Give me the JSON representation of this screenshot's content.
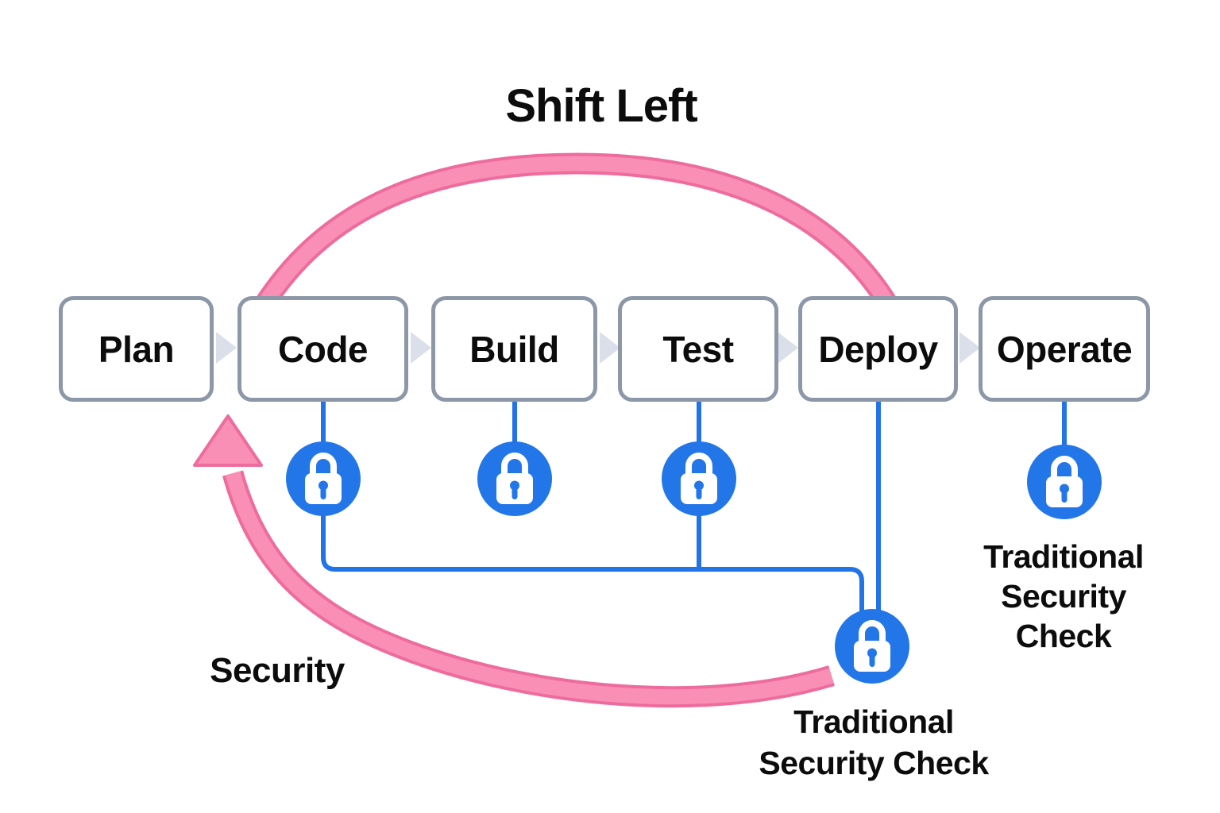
{
  "title": "Shift Left",
  "pipeline": {
    "stages": [
      {
        "label": "Plan"
      },
      {
        "label": "Code"
      },
      {
        "label": "Build"
      },
      {
        "label": "Test"
      },
      {
        "label": "Deploy"
      },
      {
        "label": "Operate"
      }
    ]
  },
  "shift_left_arrow": {
    "label": "Security",
    "direction": "curves from Deploy back to Plan/Code"
  },
  "security_checks": {
    "shifted_lock_stages": [
      "Code",
      "Build",
      "Test"
    ],
    "deploy_check": {
      "lines": [
        "Traditional",
        "Security Check"
      ]
    },
    "operate_check": {
      "lines": [
        "Traditional",
        "Security",
        "Check"
      ]
    }
  },
  "colors": {
    "arrow_pink": "#F98FB5",
    "arrow_pink_edge": "#EE6C9D",
    "connector_blue": "#2273E6",
    "lock_blue": "#2376E8",
    "box_border_gray": "#8C97A7",
    "flow_arrow_gray": "#DBDFE9",
    "text_black": "#0C0C0C"
  }
}
